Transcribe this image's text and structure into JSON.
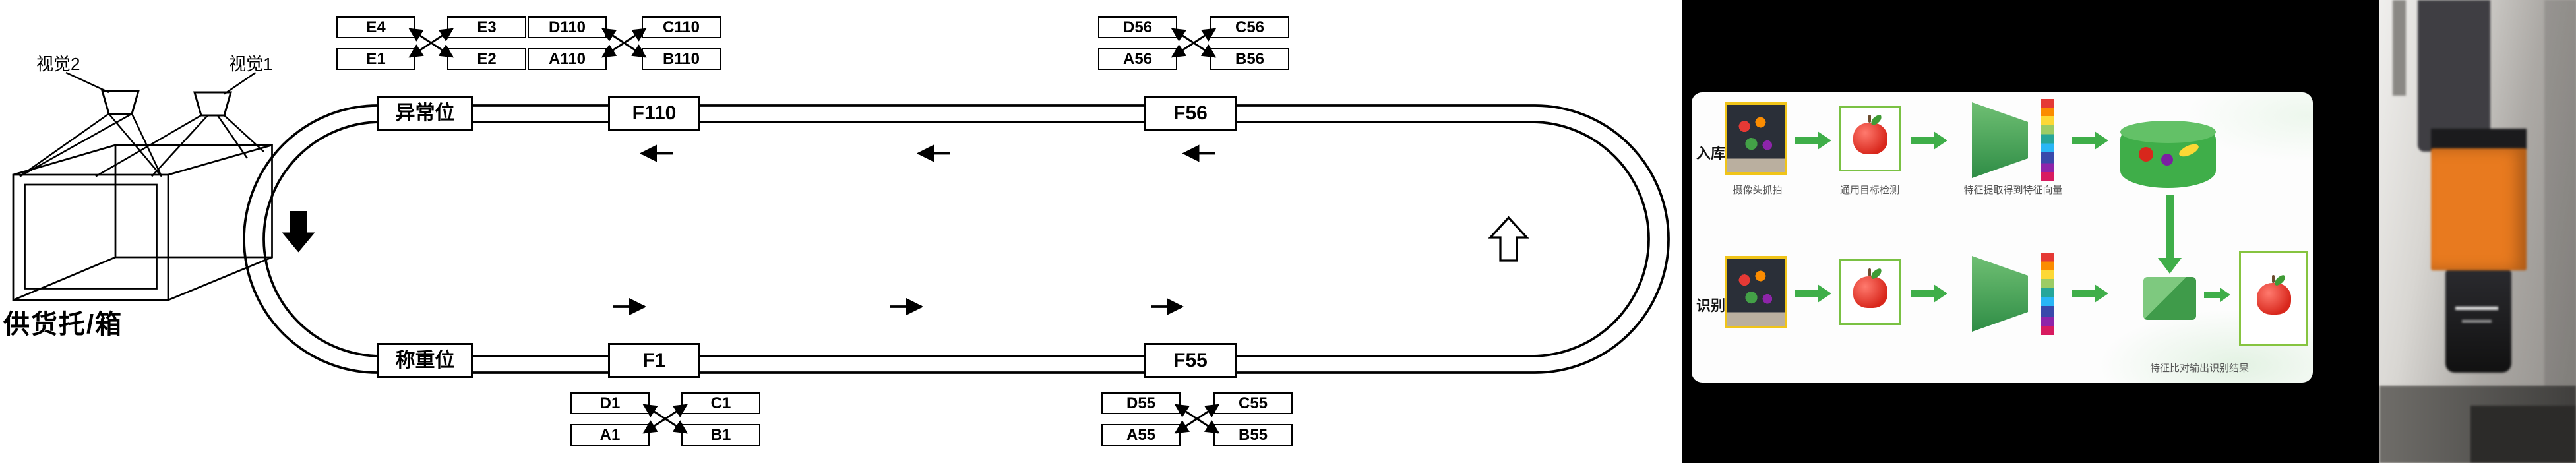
{
  "loop": {
    "vision2_label": "视觉2",
    "vision1_label": "视觉1",
    "supply_label": "供货托/箱",
    "stations": {
      "abnormal": "异常位",
      "f110": "F110",
      "f56": "F56",
      "weighing": "称重位",
      "f1": "F1",
      "f55": "F55"
    },
    "clusters": [
      {
        "top_left": "E4",
        "top_right": "E3",
        "bottom_left": "E1",
        "bottom_right": "E2"
      },
      {
        "top_left": "D110",
        "top_right": "C110",
        "bottom_left": "A110",
        "bottom_right": "B110"
      },
      {
        "top_left": "D56",
        "top_right": "C56",
        "bottom_left": "A56",
        "bottom_right": "B56"
      },
      {
        "top_left": "D1",
        "top_right": "C1",
        "bottom_left": "A1",
        "bottom_right": "B1"
      },
      {
        "top_left": "D55",
        "top_right": "C55",
        "bottom_left": "A55",
        "bottom_right": "B55"
      }
    ]
  },
  "pipeline": {
    "row_top_label": "入库",
    "row_bottom_label": "识别",
    "captions": {
      "camera": "摄像头抓拍",
      "detection": "通用目标检测",
      "feature": "特征提取得到特征向量",
      "compare": "特征比对输出识别结果"
    }
  },
  "colors": {
    "accent_green": "#3fae49",
    "highlight_yellow": "#f0c419",
    "camera_orange": "#e87a1f",
    "slide_background": "#000000",
    "line_black": "#000000"
  }
}
